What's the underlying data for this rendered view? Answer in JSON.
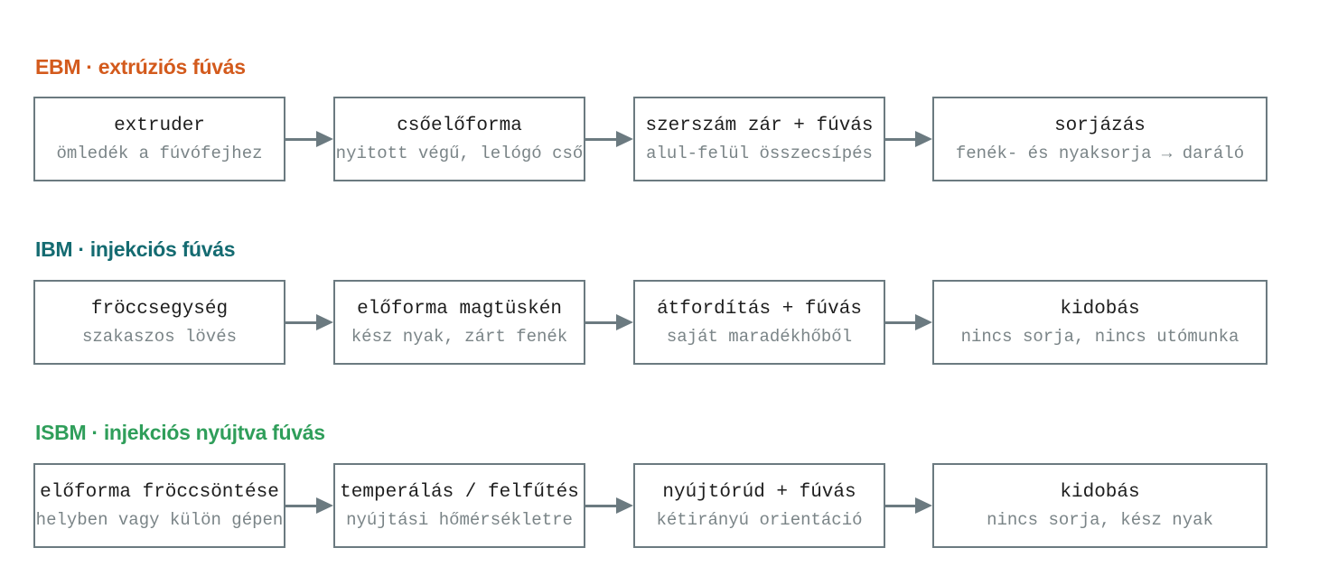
{
  "rows": [
    {
      "title": "EBM · extrúziós fúvás",
      "color": "#d35a1c",
      "steps": [
        {
          "title": "extruder",
          "sub": "ömledék a fúvófejhez"
        },
        {
          "title": "csőelőforma",
          "sub": "nyitott végű, lelógó cső"
        },
        {
          "title": "szerszám zár + fúvás",
          "sub": "alul-felül összecsípés"
        },
        {
          "title": "sorjázás",
          "sub": "fenék- és nyaksorja → daráló"
        }
      ]
    },
    {
      "title": "IBM · injekciós fúvás",
      "color": "#146b71",
      "steps": [
        {
          "title": "fröccsegység",
          "sub": "szakaszos lövés"
        },
        {
          "title": "előforma magtüskén",
          "sub": "kész nyak, zárt fenék"
        },
        {
          "title": "átfordítás + fúvás",
          "sub": "saját maradékhőből"
        },
        {
          "title": "kidobás",
          "sub": "nincs sorja, nincs utómunka"
        }
      ]
    },
    {
      "title": "ISBM · injekciós nyújtva fúvás",
      "color": "#2f9e5a",
      "steps": [
        {
          "title": "előforma fröccsöntése",
          "sub": "helyben vagy külön gépen"
        },
        {
          "title": "temperálás / felfűtés",
          "sub": "nyújtási hőmérsékletre"
        },
        {
          "title": "nyújtórúd + fúvás",
          "sub": "kétirányú orientáció"
        },
        {
          "title": "kidobás",
          "sub": "nincs sorja, kész nyak"
        }
      ]
    }
  ]
}
